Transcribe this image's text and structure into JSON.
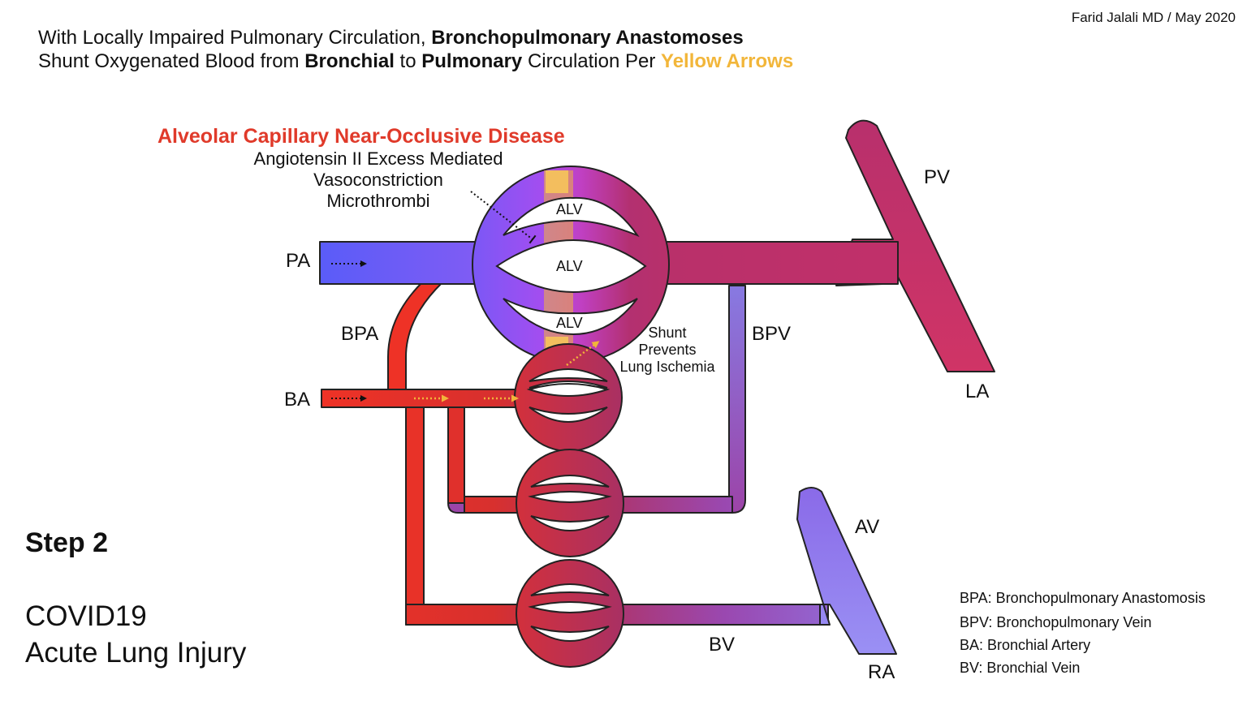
{
  "author": "Farid Jalali MD / May 2020",
  "title": {
    "line1_a": "With Locally Impaired Pulmonary Circulation, ",
    "line1_b": "Bronchopulmonary Anastomoses",
    "line2_a": "Shunt Oxygenated Blood from ",
    "line2_b": "Bronchial",
    "line2_c": " to ",
    "line2_d": "Pulmonary",
    "line2_e": " Circulation Per ",
    "line2_f": "Yellow Arrows"
  },
  "disease": {
    "heading": "Alveolar Capillary Near-Occlusive Disease",
    "line1": "Angiotensin II Excess Mediated",
    "line2": "Vasoconstriction",
    "line3": "Microthrombi"
  },
  "labels": {
    "pa": "PA",
    "pv": "PV",
    "la": "LA",
    "bpa": "BPA",
    "bpv": "BPV",
    "ba": "BA",
    "av": "AV",
    "bv": "BV",
    "ra": "RA",
    "alv1": "ALV",
    "alv2": "ALV",
    "alv3": "ALV"
  },
  "shunt": {
    "line1": "Shunt",
    "line2": "Prevents",
    "line3": "Lung Ischemia"
  },
  "step": "Step 2",
  "subtitle": {
    "line1": "COVID19",
    "line2": "Acute Lung Injury"
  },
  "legend": [
    "BPA: Bronchopulmonary Anastomosis",
    "BPV: Bronchopulmonary Vein",
    "BA:  Bronchial Artery",
    "BV:  Bronchial Vein"
  ],
  "colors": {
    "pulmonary_artery": "#5a5cf8",
    "pulmonary_vein": "#c4306a",
    "bronchial_artery": "#ee3226",
    "bronchial_vein": "#8f78e6",
    "mixed": "#b2305c",
    "shunt_arrow": "#f2b63a",
    "outline": "#222222"
  }
}
